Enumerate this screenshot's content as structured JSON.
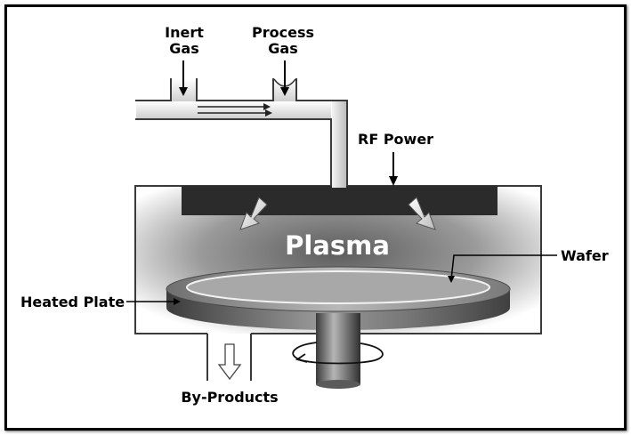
{
  "labels": {
    "inert_gas_line1": "Inert",
    "inert_gas_line2": "Gas",
    "process_gas_line1": "Process",
    "process_gas_line2": "Gas",
    "rf_power": "RF Power",
    "plasma": "Plasma",
    "wafer": "Wafer",
    "heated_plate": "Heated Plate",
    "by_products": "By-Products"
  },
  "colors": {
    "frame": "#000000",
    "electrode": "#2b2b2b",
    "plasma_glow": "#6a6a6a",
    "plate": "#8a8a8a",
    "background": "#ffffff"
  }
}
